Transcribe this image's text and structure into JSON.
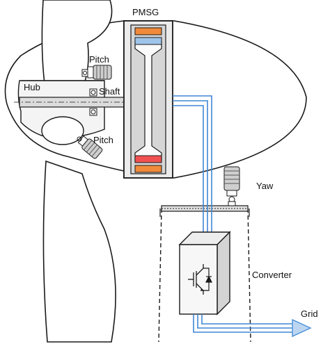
{
  "labels": {
    "pmsg": "PMSG",
    "pitch_top": "Pitch",
    "hub": "Hub",
    "shaft": "Shaft",
    "pitch_bottom": "Pitch",
    "yaw": "Yaw",
    "converter": "Converter",
    "grid": "Grid"
  },
  "colors": {
    "outline": "#1a1a1a",
    "panel": "#e6e6e6",
    "inner_panel": "#c8c8c8",
    "orange": "#f08a3a",
    "blue_light": "#9fc4ea",
    "red": "#f05050",
    "cable": "#3f86d6",
    "grid_arrow": "#4a90d9"
  },
  "icons": [
    "pitch-motor-icon",
    "yaw-motor-icon",
    "igbt-transistor-icon",
    "diode-icon",
    "bearing-icon"
  ]
}
